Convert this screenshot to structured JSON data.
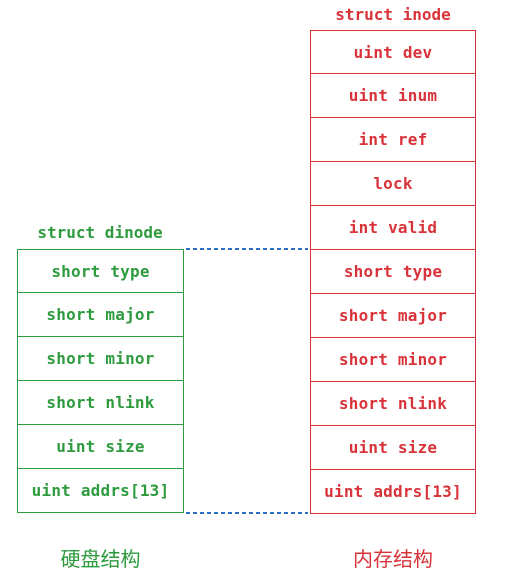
{
  "inode": {
    "title": "struct inode",
    "fields": [
      {
        "label": "uint dev"
      },
      {
        "label": "uint inum"
      },
      {
        "label": "int ref"
      },
      {
        "label": "lock"
      },
      {
        "label": "int valid"
      },
      {
        "label": "short type"
      },
      {
        "label": "short major"
      },
      {
        "label": "short minor"
      },
      {
        "label": "short nlink"
      },
      {
        "label": "uint size"
      },
      {
        "label": "uint addrs[13]"
      }
    ],
    "caption": "内存结构",
    "color": "#d9333a"
  },
  "dinode": {
    "title": "struct dinode",
    "fields": [
      {
        "label": "short type"
      },
      {
        "label": "short major"
      },
      {
        "label": "short minor"
      },
      {
        "label": "short nlink"
      },
      {
        "label": "uint size"
      },
      {
        "label": "uint addrs[13]"
      }
    ],
    "caption": "硬盘结构",
    "color": "#2e9b3f"
  },
  "connector_color": "#2f6fbf"
}
